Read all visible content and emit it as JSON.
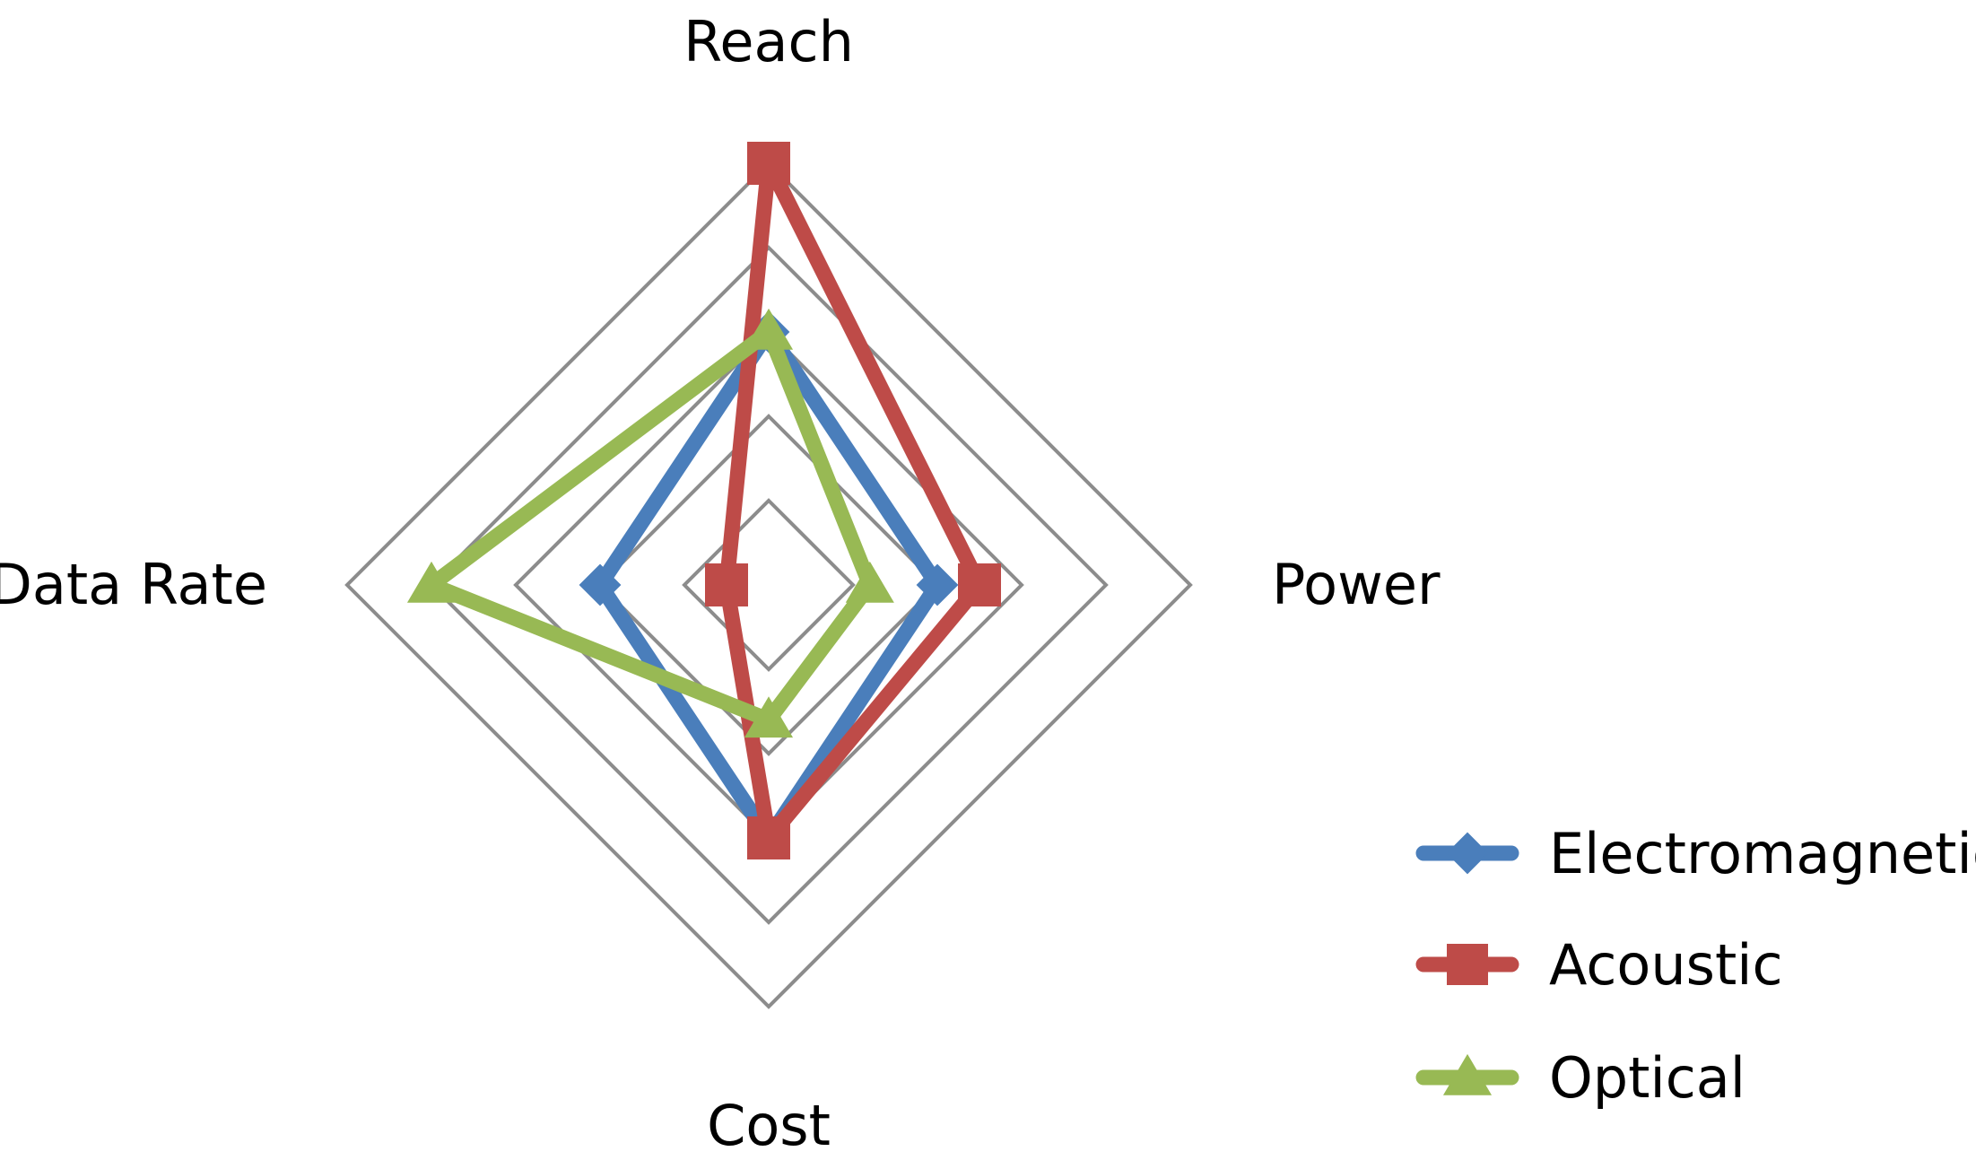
{
  "chart_data": {
    "type": "radar",
    "axes": [
      "Reach",
      "Power",
      "Cost",
      "Data Rate"
    ],
    "rlim": [
      0,
      5
    ],
    "rings": 5,
    "grid": true,
    "legend_position": "bottom-right",
    "series": [
      {
        "name": "Electromagnetic",
        "values": [
          3,
          2,
          3,
          2
        ],
        "color": "#4a7ebb",
        "marker": "diamond"
      },
      {
        "name": "Acoustic",
        "values": [
          5,
          2.5,
          3,
          0.5
        ],
        "color": "#be4b48",
        "marker": "square"
      },
      {
        "name": "Optical",
        "values": [
          3,
          1.2,
          1.6,
          4
        ],
        "color": "#98b954",
        "marker": "triangle"
      }
    ]
  }
}
